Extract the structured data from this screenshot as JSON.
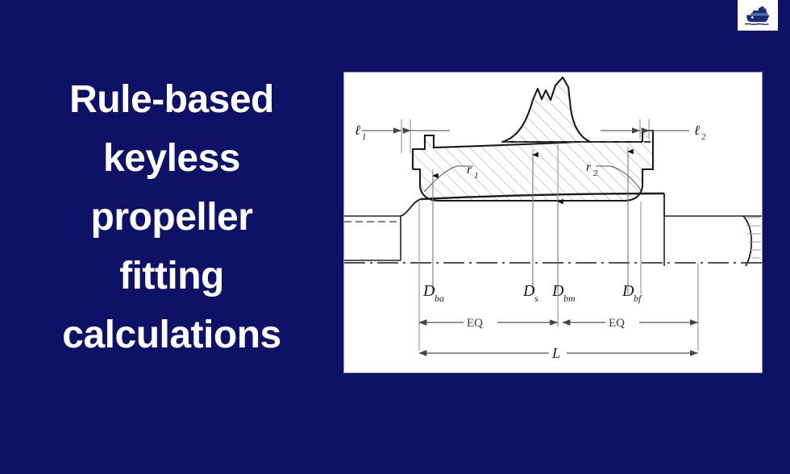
{
  "slide": {
    "background_color": "#0d1266",
    "headline_color": "#ffffff",
    "headline_lines": [
      "Rule-based",
      "keyless",
      "propeller",
      "fitting",
      "calculations"
    ]
  },
  "logo": {
    "icon": "ship-icon",
    "badge_background": "#ffffff",
    "icon_color": "#1a2a7a"
  },
  "figure": {
    "background_color": "#ffffff",
    "line_color": "#1a1a1a",
    "hatch_color": "#8f8f8f",
    "labels": {
      "l1": "ℓ",
      "l1_sub": "1",
      "l2": "ℓ",
      "l2_sub": "2",
      "r1": "r",
      "r1_sub": "1",
      "r2": "r",
      "r2_sub": "2",
      "D": "D",
      "Dba_sub": "ba",
      "Ds_sub": "s",
      "Dbm_sub": "bm",
      "Dbf_sub": "bf",
      "eq_left": "EQ",
      "eq_right": "EQ",
      "overall_length": "L"
    }
  }
}
